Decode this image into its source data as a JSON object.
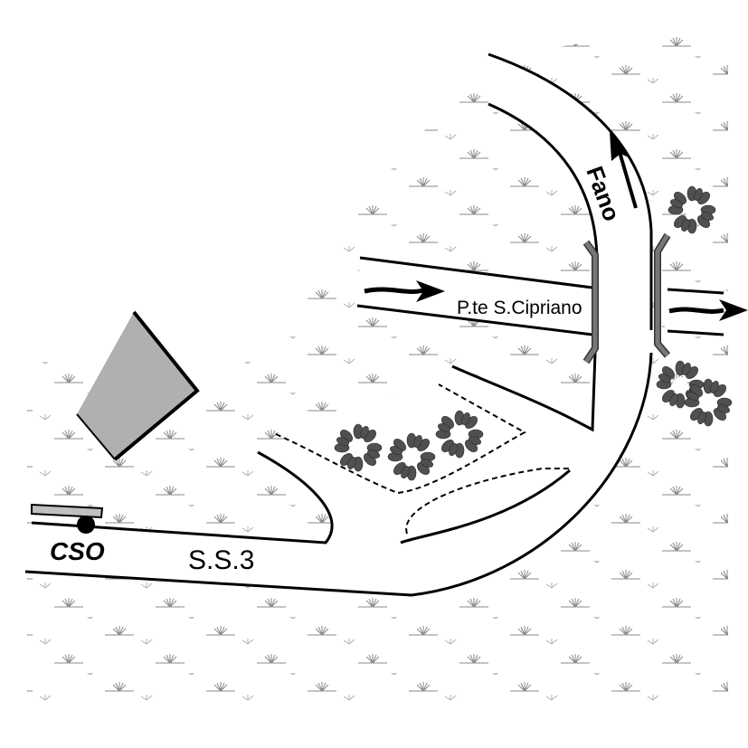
{
  "map": {
    "labels": {
      "bridge": "P.te S.Cipriano",
      "direction": "Fano",
      "road": "S.S.3",
      "station": "CSO"
    },
    "colors": {
      "grass": "#8a8a8a",
      "tree": "#505050",
      "building": "#b0b0b0",
      "bridge_rail": "#707070",
      "line": "#000000"
    }
  }
}
